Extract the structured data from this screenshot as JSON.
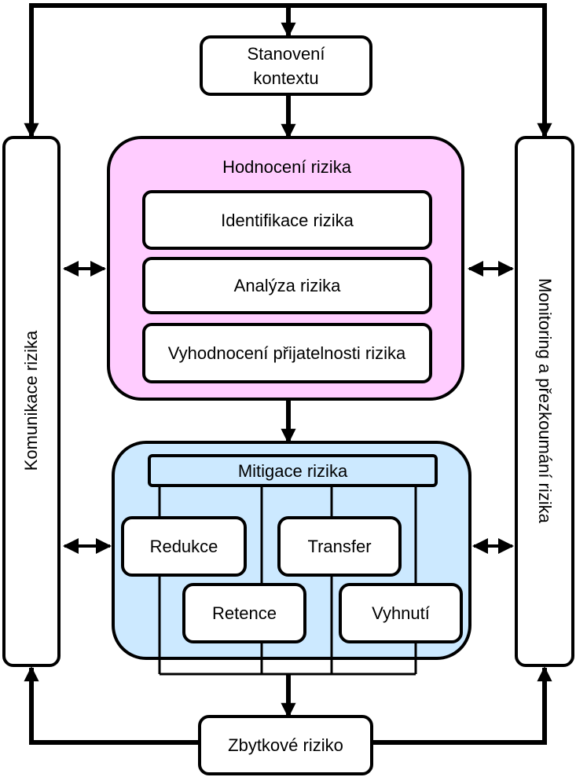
{
  "nodes": {
    "context": "Stanovení kontextu",
    "assessment_title": "Hodnocení rizika",
    "identification": "Identifikace rizika",
    "analysis": "Analýza rizika",
    "evaluation": "Vyhodnocení přijatelnosti rizika",
    "mitigation_title": "Mitigace rizika",
    "reduction": "Redukce",
    "transfer": "Transfer",
    "retention": "Retence",
    "avoidance": "Vyhnutí",
    "residual": "Zbytkové riziko",
    "communication": "Komunikace rizika",
    "monitoring": "Monitoring a přezkoumání rizika"
  },
  "colors": {
    "assessment_fill": "#ffccff",
    "mitigation_fill": "#cce9ff",
    "box_fill": "#ffffff",
    "stroke": "#000000"
  }
}
